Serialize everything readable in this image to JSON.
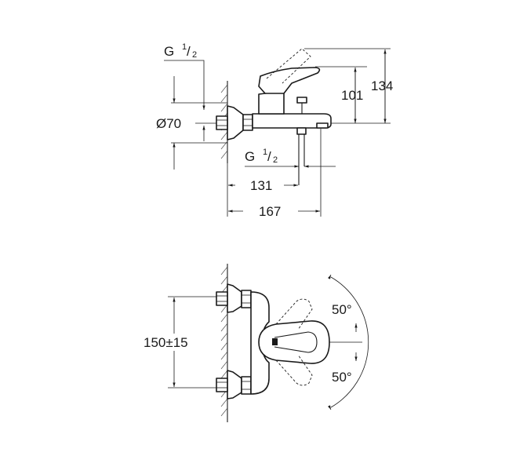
{
  "side_view": {
    "thread_top": {
      "g": "G",
      "num": "1",
      "slash": "/",
      "den": "2"
    },
    "diameter": "Ø70",
    "thread_bottom": {
      "g": "G",
      "num": "1",
      "slash": "/",
      "den": "2"
    },
    "dim_101": "101",
    "dim_134": "134",
    "dim_131": "131",
    "dim_167": "167"
  },
  "front_view": {
    "dim_150": "150±15",
    "angle_top": "50°",
    "angle_bottom": "50°"
  }
}
